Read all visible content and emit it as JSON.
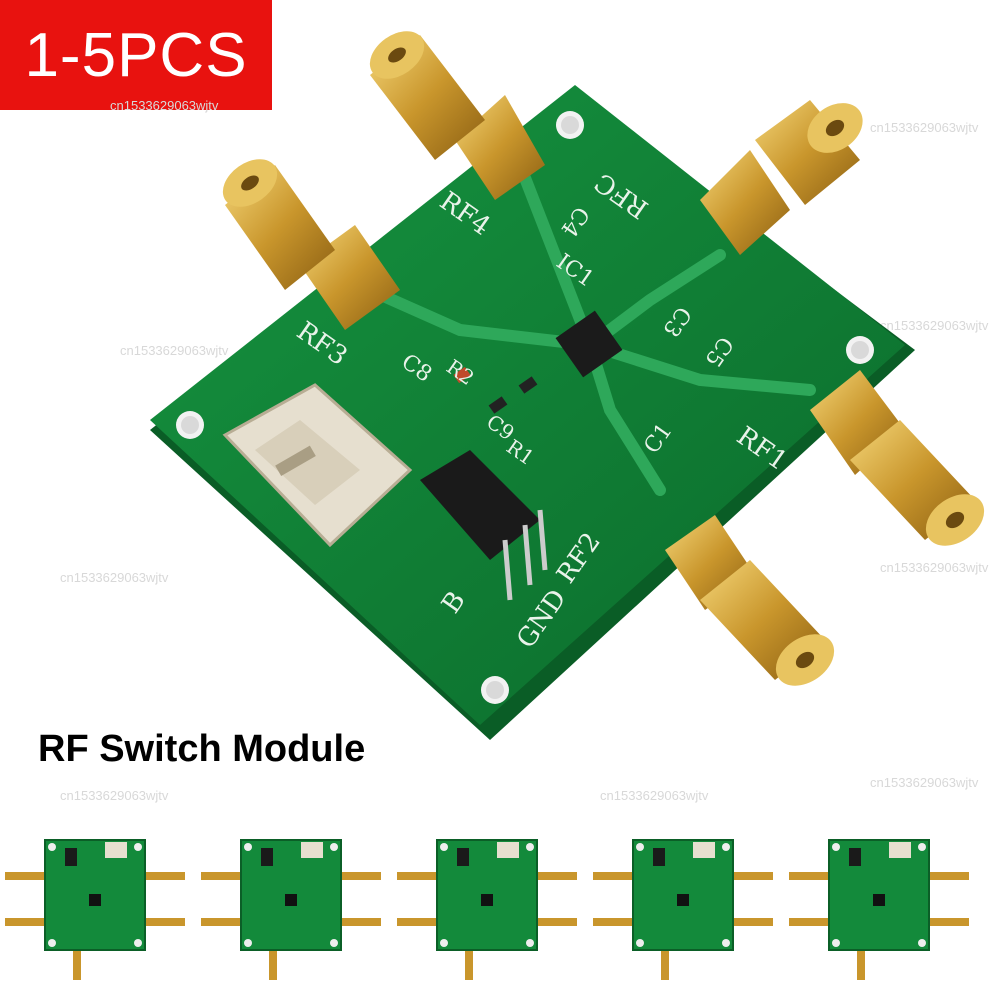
{
  "badge": {
    "text": "1-5PCS",
    "color": "#e8120f"
  },
  "caption": {
    "text": "RF Switch Module"
  },
  "watermark": {
    "text": "cn1533629063wjtv"
  },
  "pcb": {
    "silkscreen": {
      "rf1": "RF1",
      "rf2": "RF2",
      "rf3": "RF3",
      "rf4": "RF4",
      "rfc": "RFC",
      "c1": "C1",
      "c3": "C3",
      "c4": "C4",
      "c5": "C5",
      "c8": "C8",
      "ic1": "IC1",
      "r1": "R1",
      "r2": "R2",
      "c9": "C9",
      "gnd": "GND",
      "b": "B"
    },
    "colors": {
      "board": "#0e7a32",
      "connector": "#d4a437",
      "silk": "#e9f3ea"
    }
  },
  "thumbnails": {
    "count": 5
  }
}
